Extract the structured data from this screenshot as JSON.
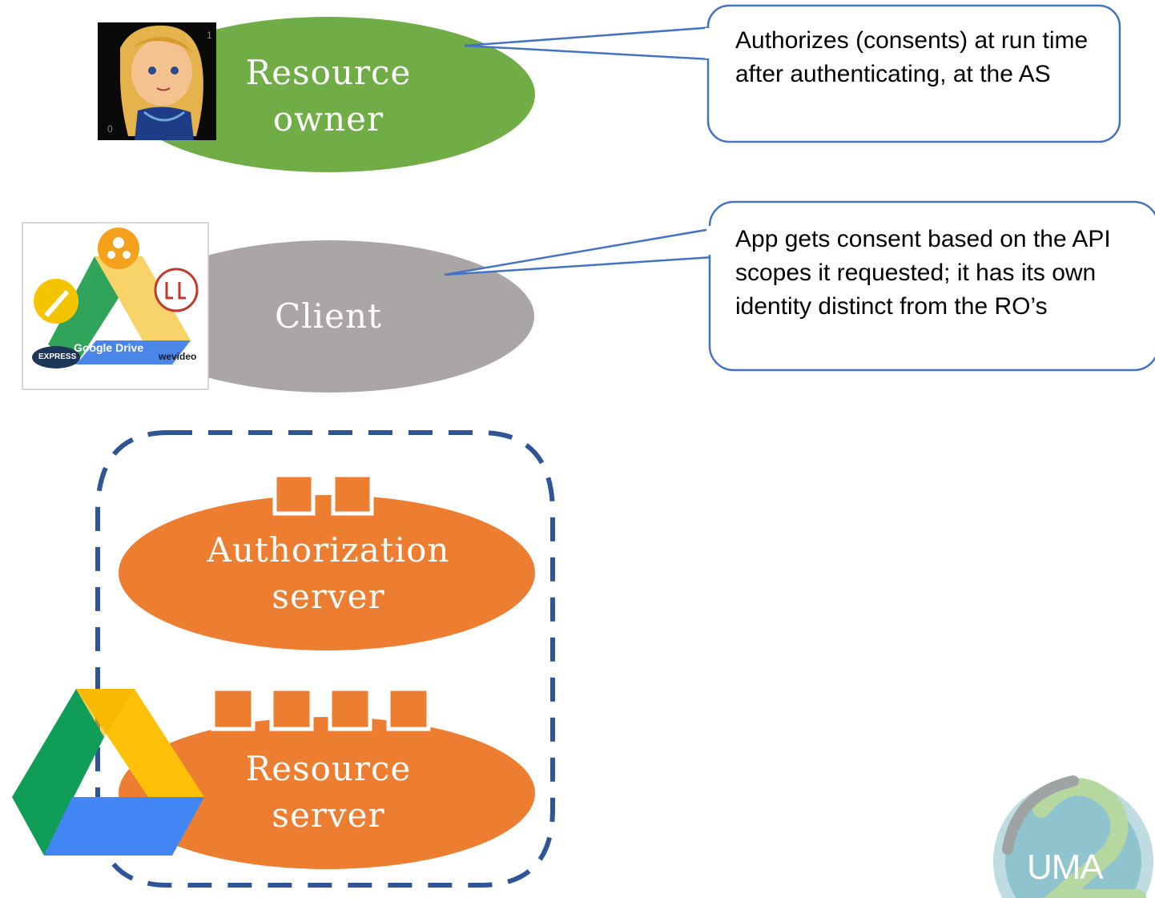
{
  "colors": {
    "resource_owner": "#70AD47",
    "client": "#AAA6A5",
    "server": "#ED7D31",
    "dashed_border": "#2F5597",
    "callout_border": "#4472C4"
  },
  "resource_owner": {
    "line1": "Resource",
    "line2": "owner"
  },
  "client": {
    "label": "Client"
  },
  "authorization_server": {
    "line1": "Authorization",
    "line2": "server"
  },
  "resource_server": {
    "line1": "Resource",
    "line2": "server"
  },
  "callout_ro": {
    "text": "Authorizes (consents) at run time after authenticating, at the AS"
  },
  "callout_client": {
    "text": "App gets consent based on the API scopes it requested; it has its own identity distinct from the RO’s"
  },
  "client_logo": {
    "center_text": "Google Drive",
    "left_text": "EXPRESS",
    "right_text": "wevideo"
  },
  "uma_logo": {
    "text": "UMA",
    "numeral": "2"
  },
  "icons": {
    "ro_avatar": "cartoon-girl-avatar-icon",
    "drive_logo": "google-drive-logo-icon",
    "client_logo": "google-drive-apps-logo-icon"
  }
}
